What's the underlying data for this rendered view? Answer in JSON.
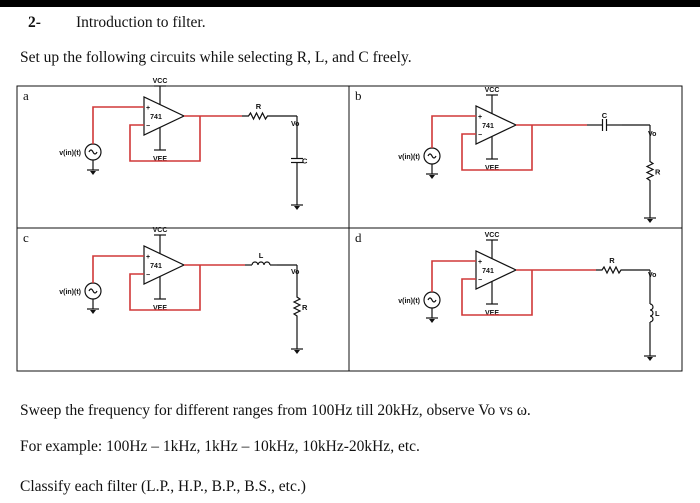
{
  "heading": {
    "number": "2-",
    "title": "Introduction to filter."
  },
  "instruction": "Set up the following circuits while selecting R, L, and C freely.",
  "panels": [
    {
      "letter": "a",
      "vcc": "VCC",
      "vee": "VEE",
      "opamp": "741",
      "source": "v(in)(t)",
      "output": "Vo",
      "series": "R",
      "shunt": "C"
    },
    {
      "letter": "b",
      "vcc": "VCC",
      "vee": "VEE",
      "opamp": "741",
      "source": "v(in)(t)",
      "output": "Vo",
      "series": "C",
      "shunt": "R"
    },
    {
      "letter": "c",
      "vcc": "VCC",
      "vee": "VEE",
      "opamp": "741",
      "source": "v(in)(t)",
      "output": "Vo",
      "series": "L",
      "shunt": "R"
    },
    {
      "letter": "d",
      "vcc": "VCC",
      "vee": "VEE",
      "opamp": "741",
      "source": "v(in)(t)",
      "output": "Vo",
      "series": "R",
      "shunt": "L"
    }
  ],
  "sweep": "Sweep the frequency for different ranges from 100Hz till 20kHz, observe Vo vs ω.",
  "example": "For example: 100Hz – 1kHz, 1kHz – 10kHz, 10kHz-20kHz, etc.",
  "classify": "Classify each filter (L.P., H.P., B.P., B.S., etc.)",
  "colors": {
    "signal_wire": "#d03838",
    "text": "#111111"
  }
}
